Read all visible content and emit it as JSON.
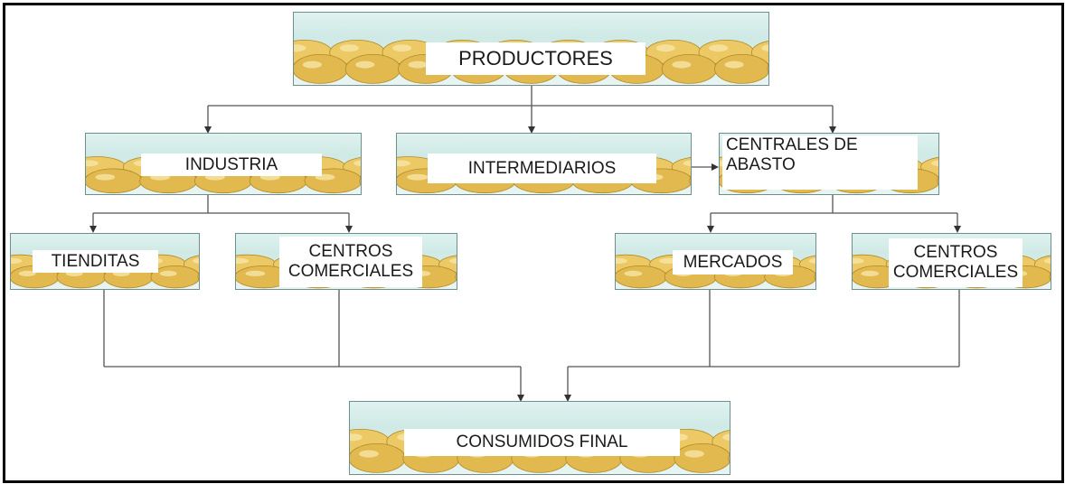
{
  "nodes": {
    "productores": "PRODUCTORES",
    "industria": "INDUSTRIA",
    "intermediarios": "INTERMEDIARIOS",
    "centrales_line1": "CENTRALES DE",
    "centrales_line2": "ABASTO",
    "tienditas": "TIENDITAS",
    "centros_comerciales_a_line1": "CENTROS",
    "centros_comerciales_a_line2": "COMERCIALES",
    "mercados": "MERCADOS",
    "centros_comerciales_b_line1": "CENTROS",
    "centros_comerciales_b_line2": "COMERCIALES",
    "consumidos_final": "CONSUMIDOS FINAL"
  },
  "colors": {
    "box_background": "#cfe9e5",
    "box_border": "#6e8f8f",
    "connector": "#555555",
    "potato": "#e6c15a",
    "frame_border": "#000000"
  }
}
